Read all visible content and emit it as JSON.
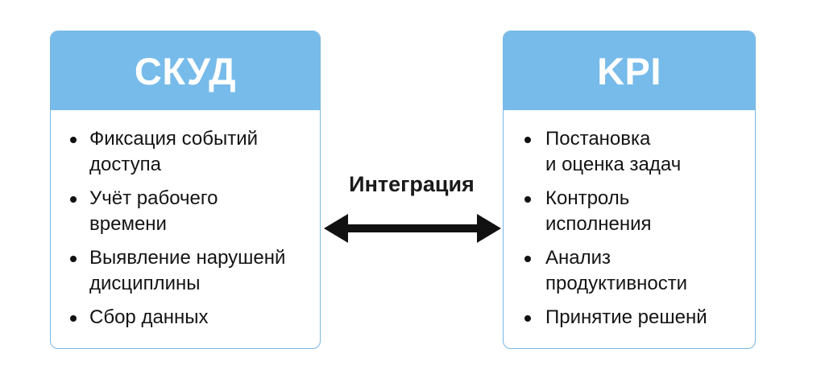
{
  "left_box": {
    "title": "СКУД",
    "items": [
      {
        "line1": "Фиксация событий",
        "line2": "доступа"
      },
      {
        "line1": "Учёт рабочего",
        "line2": "времени"
      },
      {
        "line1": "Выявление нарушенй",
        "line2": "дисциплины"
      },
      {
        "line1": "Сбор данных",
        "line2": ""
      }
    ]
  },
  "right_box": {
    "title": "KPI",
    "items": [
      {
        "line1": "Постановка",
        "line2": "и оценка задач"
      },
      {
        "line1": "Контроль",
        "line2": "исполнения"
      },
      {
        "line1": "Анализ",
        "line2": "продуктивности"
      },
      {
        "line1": "Принятие решенй",
        "line2": ""
      }
    ]
  },
  "connector": {
    "label": "Интеграция",
    "icon": "double-headed-arrow-icon"
  },
  "colors": {
    "header_fill": "#77bbea",
    "box_border": "#7ab7e2",
    "header_text": "#ffffff",
    "body_text": "#141414",
    "arrow": "#111111"
  }
}
